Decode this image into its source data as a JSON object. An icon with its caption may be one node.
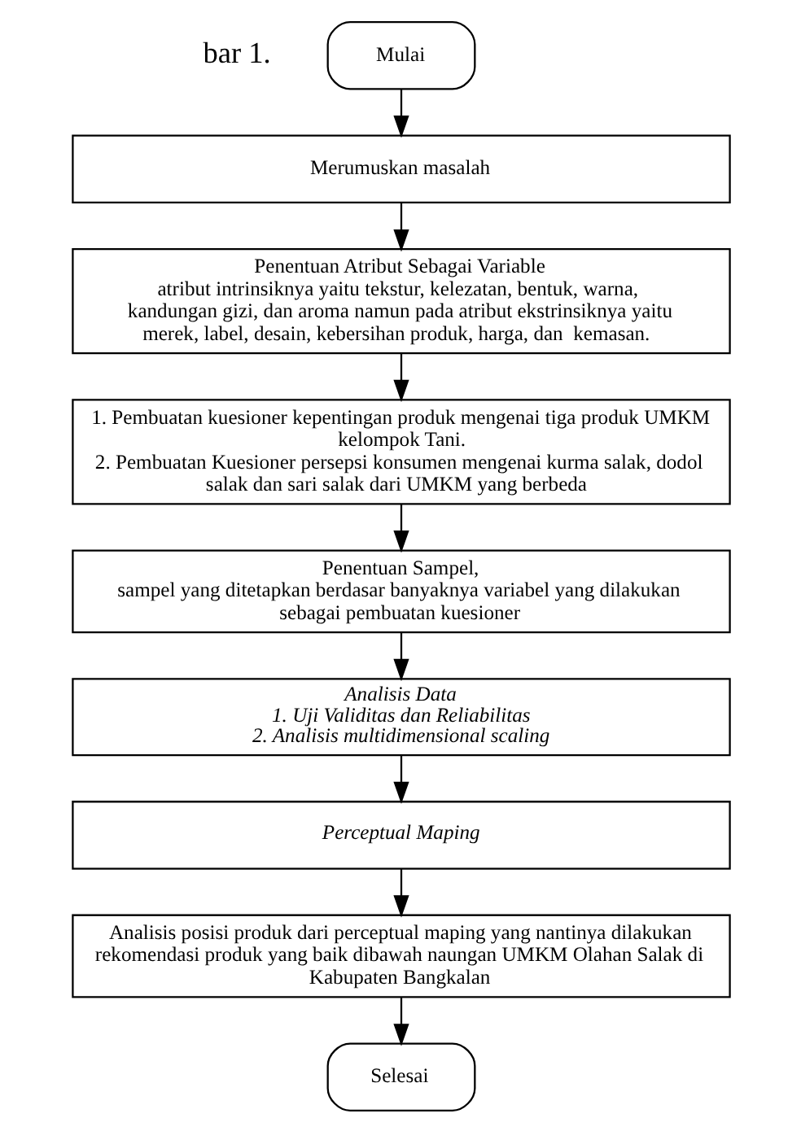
{
  "diagram": {
    "nodes": [
      {
        "text": [
          "Mulai"
        ]
      },
      {
        "text": [
          "Merumuskan masalah"
        ]
      },
      {
        "text": [
          "Penentuan Atribut Sebagai Variable",
          "atribut intrinsiknya yaitu tekstur, kelezatan, bentuk, warna, kandungan gizi, dan aroma namun pada atribut ekstrinsiknya yaitu merek, label, desain, kebersihan produk, harga, dan  kemasan."
        ]
      },
      {
        "text": [
          "1. Pembuatan kuesioner kepentingan produk mengenai tiga produk UMKM kelompok Tani.",
          "2. Pembuatan Kuesioner persepsi konsumen mengenai kurma salak, dodol salak dan sari salak dari UMKM yang berbeda"
        ]
      },
      {
        "text": [
          "Penentuan Sampel,",
          "sampel yang ditetapkan berdasar banyaknya variabel yang dilakukan sebagai pembuatan kuesioner"
        ]
      },
      {
        "text": [
          "Analisis Data",
          "1. Uji Validitas dan Reliabilitas",
          "2. Analisis multidimensional scaling"
        ]
      },
      {
        "text": [
          "Perceptual Maping"
        ]
      },
      {
        "text": [
          "Analisis posisi produk dari perceptual maping yang nantinya dilakukan rekomendasi produk yang baik dibawah naungan UMKM Olahan Salak di Kabupaten Bangkalan"
        ]
      },
      {
        "text": [
          "Selesai"
        ]
      }
    ],
    "edges": [
      {
        "from": 0,
        "to": 1,
        "arrow": "to"
      },
      {
        "from": 1,
        "to": 2,
        "arrow": "to"
      },
      {
        "from": 2,
        "to": 3,
        "arrow": "to"
      },
      {
        "from": 3,
        "to": 4,
        "arrow": "to"
      },
      {
        "from": 4,
        "to": 5,
        "arrow": "to"
      },
      {
        "from": 5,
        "to": 6,
        "arrow": "to"
      },
      {
        "from": 6,
        "to": 7,
        "arrow": "to"
      },
      {
        "from": 7,
        "to": 8,
        "arrow": "to"
      }
    ],
    "labels": [
      "bar 1."
    ]
  }
}
